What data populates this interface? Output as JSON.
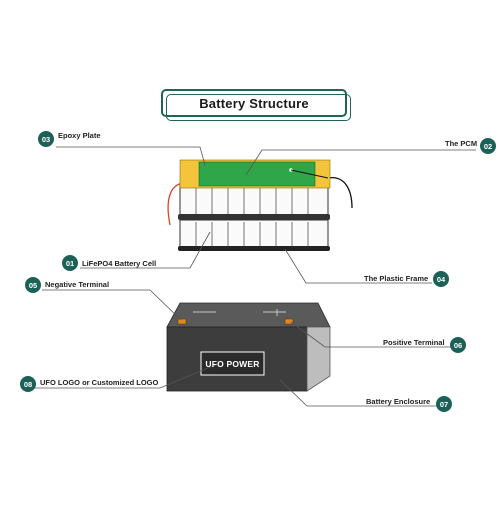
{
  "title": "Battery Structure",
  "callouts": [
    {
      "num": "03",
      "label": "Epoxy Plate"
    },
    {
      "num": "02",
      "label": "The PCM"
    },
    {
      "num": "01",
      "label": "LiFePO4 Battery Cell"
    },
    {
      "num": "04",
      "label": "The Plastic Frame"
    },
    {
      "num": "05",
      "label": "Negative Terminal"
    },
    {
      "num": "06",
      "label": "Positive Terminal"
    },
    {
      "num": "08",
      "label": "UFO LOGO or Customized LOGO"
    },
    {
      "num": "07",
      "label": "Battery Enclosure"
    }
  ],
  "logo_text": "UFO POWER",
  "colors": {
    "badge": "#1c6158",
    "accent_line": "#1f6458",
    "pcm_green": "#2fa64a",
    "epoxy_yellow": "#f4c53a",
    "enclosure_dark": "#3d3d3d",
    "terminal_orange": "#e08a1e"
  }
}
